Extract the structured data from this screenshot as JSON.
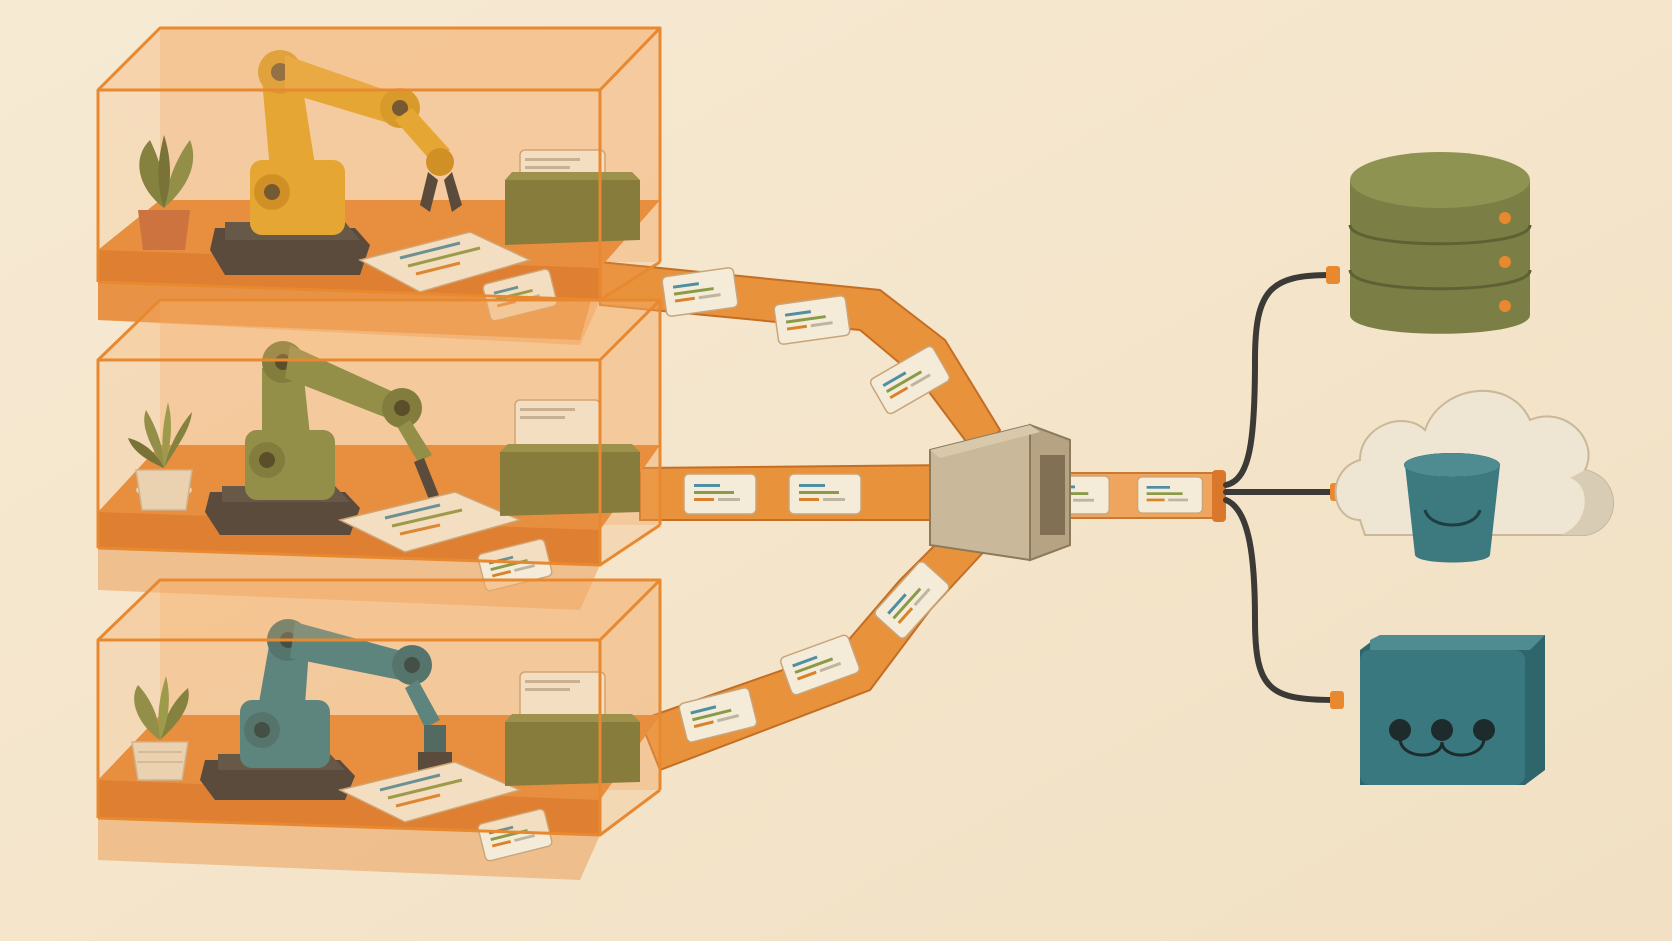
{
  "palette": {
    "background": "#f5e6cc",
    "frame_orange": "#e8892f",
    "floor_orange": "#e58a3a",
    "glass_orange": "#f2a35a",
    "robot_yellow": "#e3a82b",
    "robot_olive": "#7e8a45",
    "robot_teal": "#3e7f86",
    "tray_olive": "#6f7436",
    "paper": "#f4ecd8",
    "mark_blue": "#4f8ea3",
    "mark_orange": "#d9822b",
    "mark_olive": "#8a9a48",
    "funnel_beige": "#c9b89a",
    "db_olive": "#7b7e45",
    "cloud_cream": "#eee5d3",
    "bucket_teal": "#3d7a80",
    "device_teal": "#3a7880",
    "cable_dark": "#3b3a36"
  },
  "workstations": [
    {
      "id": "top",
      "robot_color": "robot_yellow",
      "tool": "gripper"
    },
    {
      "id": "middle",
      "robot_color": "robot_olive",
      "tool": "pen"
    },
    {
      "id": "bottom",
      "robot_color": "robot_teal",
      "tool": "stamp"
    }
  ],
  "destinations": [
    {
      "id": "database",
      "icon": "database-icon"
    },
    {
      "id": "cloud-bucket",
      "icon": "cloud-bucket-icon"
    },
    {
      "id": "device",
      "icon": "device-icon"
    }
  ]
}
